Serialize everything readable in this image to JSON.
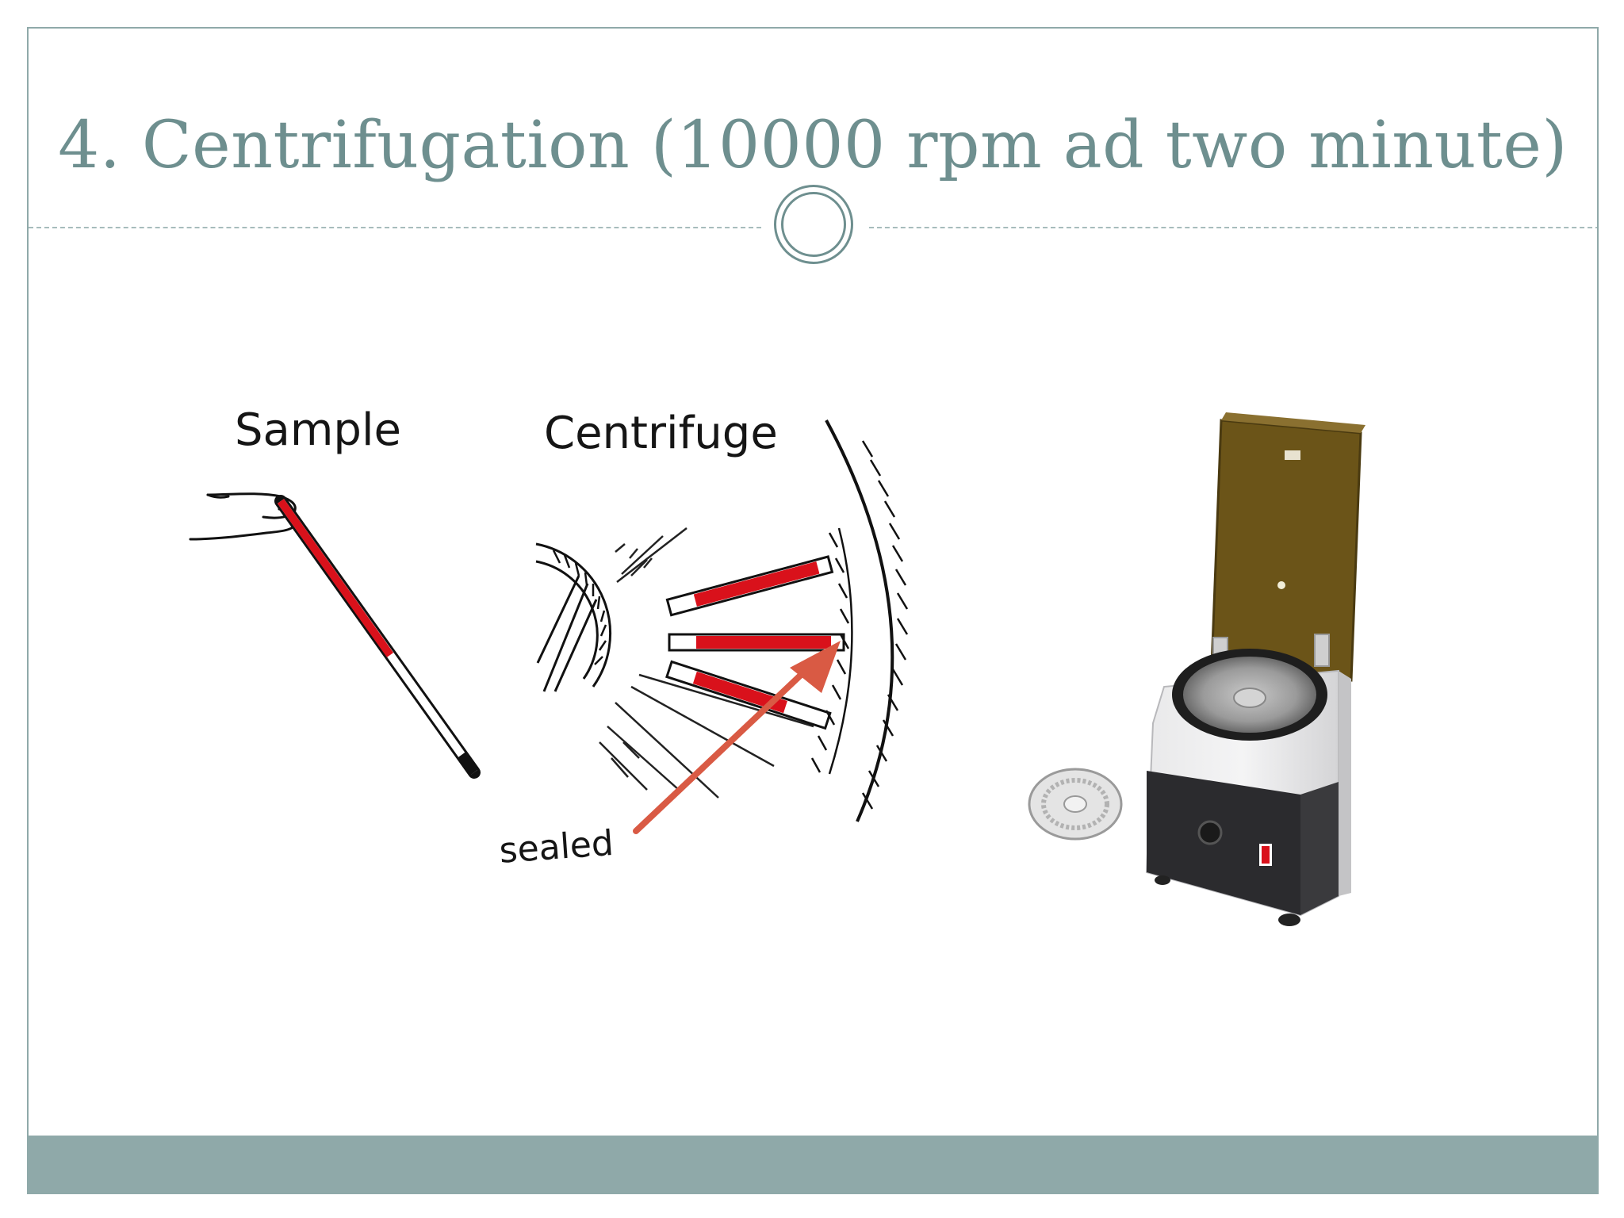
{
  "slide": {
    "title": "4. Centrifugation (10000 rpm ad two minute)"
  },
  "diagram": {
    "sample_label": "Sample",
    "centrifuge_label": "Centrifuge",
    "sealed_label": "sealed"
  },
  "colors": {
    "title": "#6e8f8f",
    "frame": "#8fa9a9",
    "footer_bar": "#8fa9a9",
    "blood_red": "#d9111b",
    "arrow": "#d95a44",
    "machine_lid": "#6b5418"
  },
  "icons": {
    "divider_ornament": "double-ring-icon"
  }
}
